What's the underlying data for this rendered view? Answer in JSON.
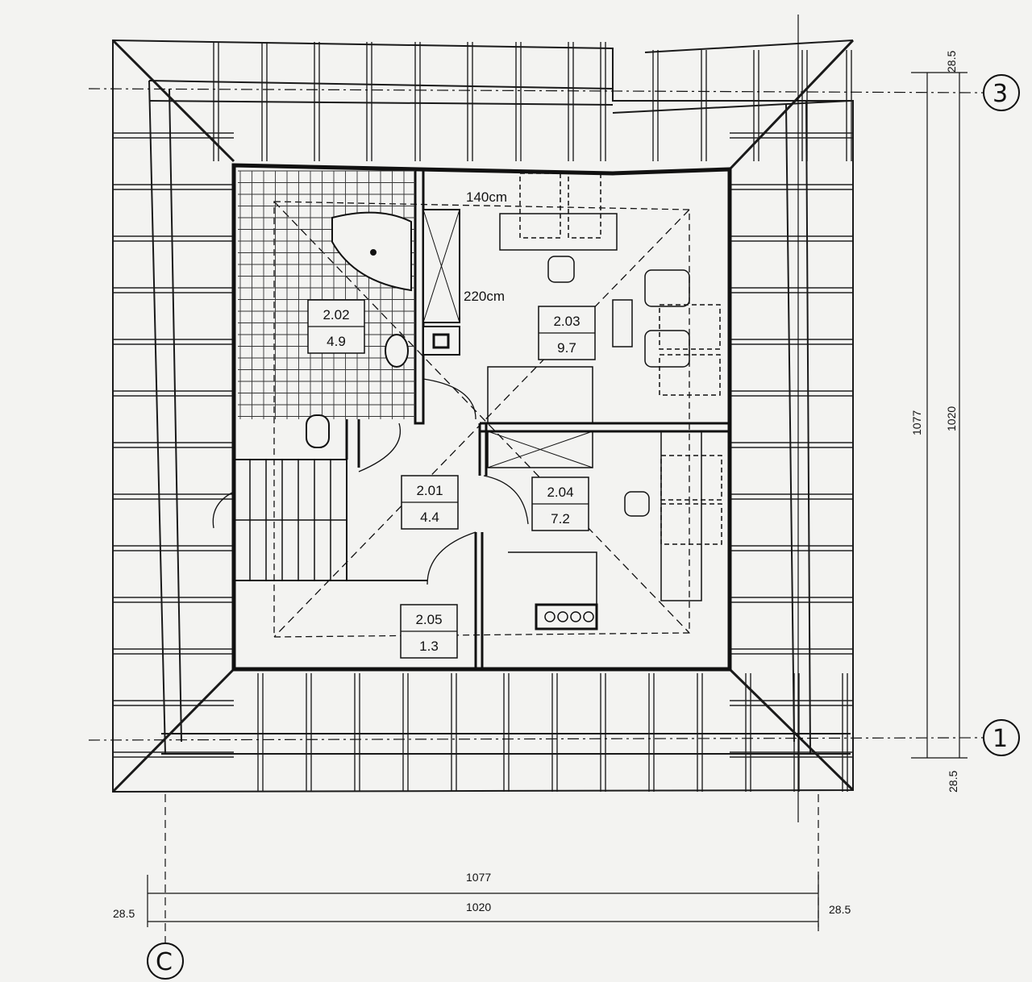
{
  "rooms": [
    {
      "id": "2.01",
      "area": "4.4"
    },
    {
      "id": "2.02",
      "area": "4.9"
    },
    {
      "id": "2.03",
      "area": "9.7"
    },
    {
      "id": "2.04",
      "area": "7.2"
    },
    {
      "id": "2.05",
      "area": "1.3"
    }
  ],
  "notes": {
    "width_top": "140cm",
    "width_mid": "220cm"
  },
  "dimensions": {
    "overall": "1077",
    "inner": "1020",
    "overhang": "28.5"
  },
  "axes": {
    "top_right": "3",
    "bottom_right": "1",
    "bottom_left": "C"
  },
  "colors": {
    "line": "#1a1a1a",
    "paper": "#f3f3f1"
  }
}
